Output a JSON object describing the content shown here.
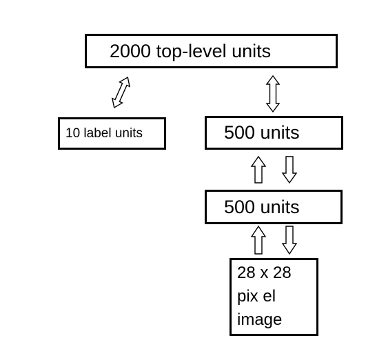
{
  "nodes": {
    "top": "2000 top-level units",
    "label": "10 label units",
    "hidden_upper": "500 units",
    "hidden_lower": "500 units",
    "image": [
      "28 x  28",
      "pix el",
      "image"
    ]
  },
  "colors": {
    "stroke": "#000000",
    "background": "#ffffff"
  }
}
